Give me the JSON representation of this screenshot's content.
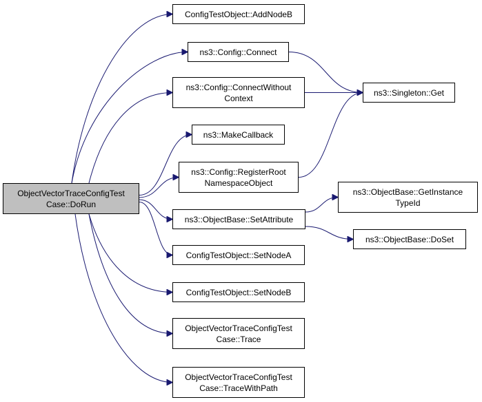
{
  "colors": {
    "edge": "#191970",
    "root_fill": "#bfbfbf",
    "node_fill": "#ffffff",
    "border": "#000000"
  },
  "nodes": {
    "root": {
      "line1": "ObjectVectorTraceConfigTest",
      "line2": "Case::DoRun"
    },
    "add_node_b": {
      "line1": "ConfigTestObject::AddNodeB"
    },
    "config_connect": {
      "line1": "ns3::Config::Connect"
    },
    "connect_without_context": {
      "line1": "ns3::Config::ConnectWithout",
      "line2": "Context"
    },
    "make_callback": {
      "line1": "ns3::MakeCallback"
    },
    "register_root": {
      "line1": "ns3::Config::RegisterRoot",
      "line2": "NamespaceObject"
    },
    "set_attribute": {
      "line1": "ns3::ObjectBase::SetAttribute"
    },
    "set_node_a": {
      "line1": "ConfigTestObject::SetNodeA"
    },
    "set_node_b": {
      "line1": "ConfigTestObject::SetNodeB"
    },
    "trace": {
      "line1": "ObjectVectorTraceConfigTest",
      "line2": "Case::Trace"
    },
    "trace_with_path": {
      "line1": "ObjectVectorTraceConfigTest",
      "line2": "Case::TraceWithPath"
    },
    "singleton_get": {
      "line1": "ns3::Singleton::Get"
    },
    "get_instance_type_id": {
      "line1": "ns3::ObjectBase::GetInstance",
      "line2": "TypeId"
    },
    "do_set": {
      "line1": "ns3::ObjectBase::DoSet"
    }
  },
  "edges": [
    [
      "root",
      "add_node_b"
    ],
    [
      "root",
      "config_connect"
    ],
    [
      "root",
      "connect_without_context"
    ],
    [
      "root",
      "make_callback"
    ],
    [
      "root",
      "register_root"
    ],
    [
      "root",
      "set_attribute"
    ],
    [
      "root",
      "set_node_a"
    ],
    [
      "root",
      "set_node_b"
    ],
    [
      "root",
      "trace"
    ],
    [
      "root",
      "trace_with_path"
    ],
    [
      "config_connect",
      "singleton_get"
    ],
    [
      "connect_without_context",
      "singleton_get"
    ],
    [
      "register_root",
      "singleton_get"
    ],
    [
      "set_attribute",
      "get_instance_type_id"
    ],
    [
      "set_attribute",
      "do_set"
    ]
  ]
}
